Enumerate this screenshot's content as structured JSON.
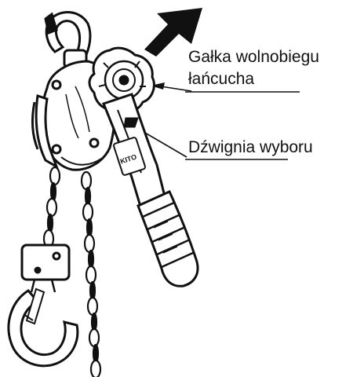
{
  "figure": {
    "callouts": [
      {
        "lines": [
          "Gałka wolnobiegu",
          "łańcucha"
        ]
      },
      {
        "lines": [
          "Dźwignia wyboru"
        ]
      }
    ],
    "brand_plate_text": "KITO",
    "colors": {
      "ink": "#111111",
      "paper": "#ffffff"
    }
  }
}
